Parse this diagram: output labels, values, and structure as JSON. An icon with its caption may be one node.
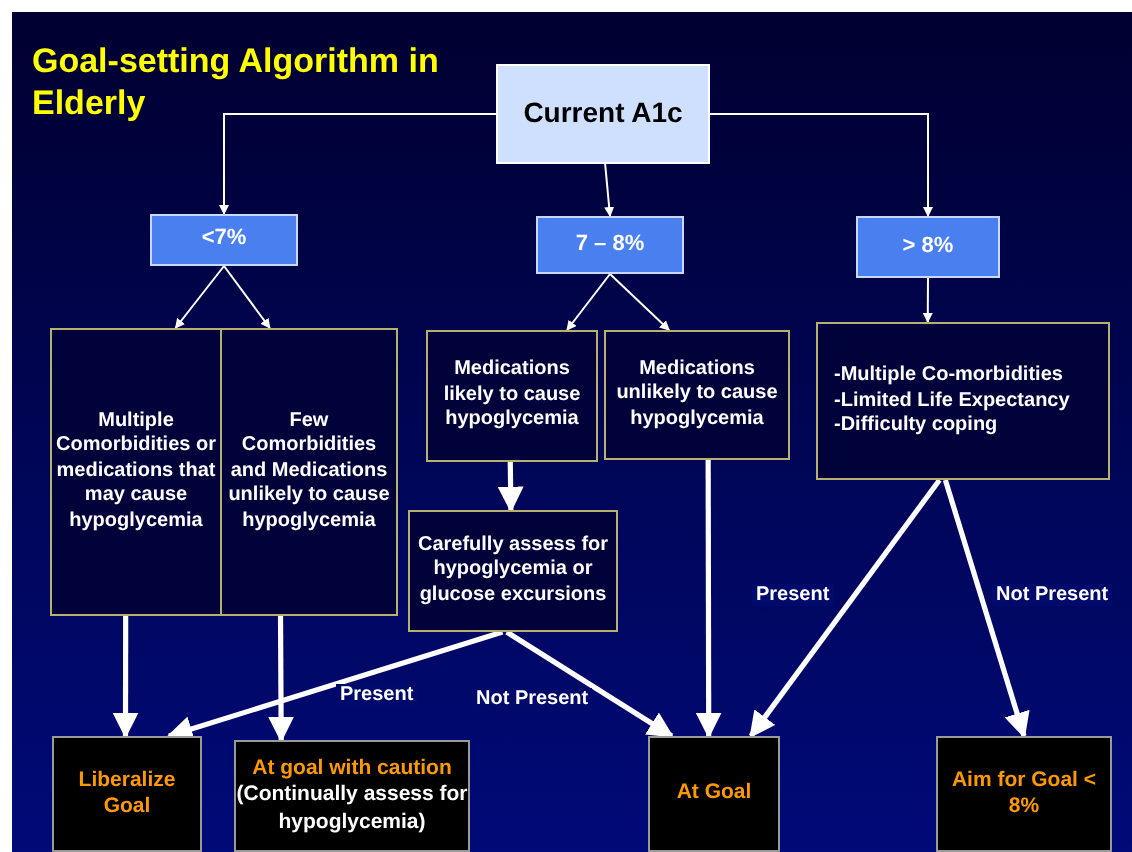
{
  "diagram": {
    "title": "Goal-setting Algorithm in Elderly",
    "nodes": [
      {
        "text": [
          "Current A1c"
        ]
      },
      {
        "text": [
          "<7%"
        ]
      },
      {
        "text": [
          "7 – 8%"
        ]
      },
      {
        "text": [
          "> 8%"
        ]
      },
      {
        "text": [
          "Multiple Comorbidities or medications that may cause hypoglycemia"
        ]
      },
      {
        "text": [
          "Few Comorbidities and Medications unlikely to cause hypoglycemia"
        ]
      },
      {
        "text": [
          "Medications likely to cause hypoglycemia"
        ]
      },
      {
        "text": [
          "Medications unlikely to cause hypoglycemia"
        ]
      },
      {
        "text": [
          "-Multiple Co-morbidities",
          "-Limited Life Expectancy",
          "-Difficulty coping"
        ]
      },
      {
        "text": [
          "Carefully assess for hypoglycemia or glucose excursions"
        ]
      },
      {
        "text": [
          "Liberalize Goal"
        ]
      },
      {
        "text": [
          "At goal with caution",
          "(Continually assess for hypoglycemia)"
        ]
      },
      {
        "text": [
          "At Goal"
        ]
      },
      {
        "text": [
          "Aim for Goal < 8%"
        ]
      }
    ],
    "edges": [
      {
        "from": 0,
        "to": 1,
        "arrow": "to"
      },
      {
        "from": 0,
        "to": 2,
        "arrow": "to"
      },
      {
        "from": 0,
        "to": 3,
        "arrow": "to"
      },
      {
        "from": 1,
        "to": 4,
        "arrow": "to"
      },
      {
        "from": 1,
        "to": 5,
        "arrow": "to"
      },
      {
        "from": 2,
        "to": 6,
        "arrow": "to"
      },
      {
        "from": 2,
        "to": 7,
        "arrow": "to"
      },
      {
        "from": 3,
        "to": 8,
        "arrow": "to"
      },
      {
        "from": 4,
        "to": 10,
        "arrow": "to",
        "style": "thick"
      },
      {
        "from": 5,
        "to": 11,
        "arrow": "to",
        "style": "thick"
      },
      {
        "from": 6,
        "to": 9,
        "arrow": "to",
        "style": "thick"
      },
      {
        "from": 9,
        "to": 10,
        "arrow": "to",
        "label": "Present",
        "style": "thick"
      },
      {
        "from": 9,
        "to": 12,
        "arrow": "to",
        "label": "Not Present",
        "style": "thick"
      },
      {
        "from": 7,
        "to": 12,
        "arrow": "to",
        "style": "thick"
      },
      {
        "from": 8,
        "to": 12,
        "arrow": "to",
        "label": "Present",
        "style": "thick"
      },
      {
        "from": 8,
        "to": 13,
        "arrow": "to",
        "label": "Not Present",
        "style": "thick"
      }
    ]
  }
}
